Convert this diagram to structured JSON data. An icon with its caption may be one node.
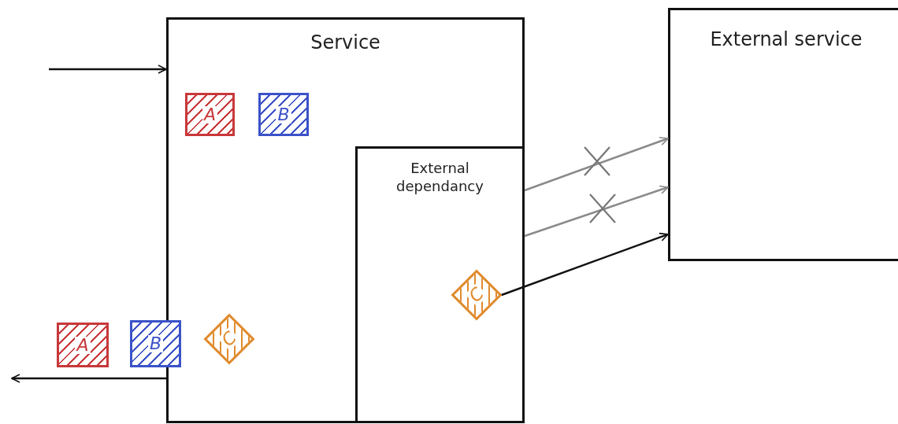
{
  "diagram": {
    "nodes": [
      {
        "text": [
          "Service"
        ]
      },
      {
        "text": [
          "A"
        ],
        "in": 0
      },
      {
        "text": [
          "B"
        ],
        "in": 0
      },
      {
        "text": [
          "External dependancy"
        ],
        "in": 0
      },
      {
        "text": [
          "C"
        ],
        "in": 3
      },
      {
        "text": [
          "External service"
        ]
      },
      {
        "text": [
          "A"
        ]
      },
      {
        "text": [
          "B"
        ]
      },
      {
        "text": [
          "C"
        ],
        "in": 0
      }
    ],
    "edges": [
      {
        "from": null,
        "to": 0,
        "arrow": "to"
      },
      {
        "from": 0,
        "to": null,
        "arrow": "to"
      },
      {
        "from": 3,
        "to": 5,
        "arrow": "to",
        "color": "#8a8a8a"
      },
      {
        "from": 3,
        "to": 5,
        "arrow": "to",
        "color": "#8a8a8a"
      },
      {
        "from": 4,
        "to": 5,
        "arrow": "to"
      }
    ]
  }
}
